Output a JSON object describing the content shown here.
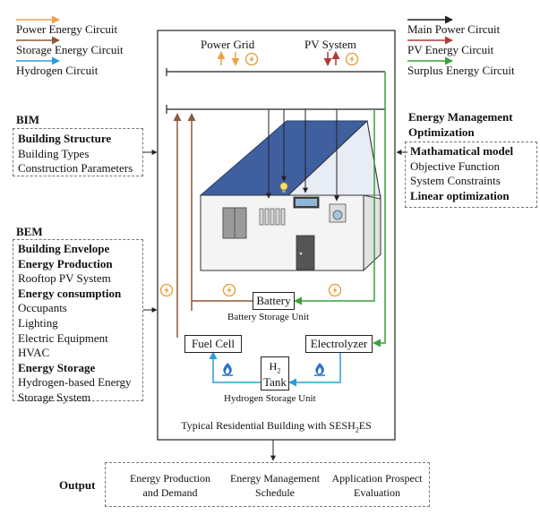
{
  "legend_left": [
    {
      "label": "Power Energy Circuit",
      "color": "#f0a04b"
    },
    {
      "label": "Storage Energy Circuit",
      "color": "#8b5a3c"
    },
    {
      "label": "Hydrogen  Circuit",
      "color": "#2a9fd6"
    }
  ],
  "legend_right": [
    {
      "label": "Main Power Circuit",
      "color": "#222222"
    },
    {
      "label": "PV Energy Circuit",
      "color": "#b33a3a"
    },
    {
      "label": "Surplus Energy Circuit",
      "color": "#3aa03a"
    }
  ],
  "bim": {
    "heading": "BIM",
    "items": [
      {
        "text": "Building Structure",
        "bold": true
      },
      {
        "text": "Building Types",
        "bold": false
      },
      {
        "text": "Construction Parameters",
        "bold": false
      }
    ]
  },
  "bem": {
    "heading": "BEM",
    "items": [
      {
        "text": "Building Envelope",
        "bold": true
      },
      {
        "text": "Energy Production",
        "bold": true
      },
      {
        "text": "Rooftop PV System",
        "bold": false
      },
      {
        "text": "Energy consumption",
        "bold": true
      },
      {
        "text": "Occupants",
        "bold": false
      },
      {
        "text": "Lighting",
        "bold": false
      },
      {
        "text": "Electric Equipment",
        "bold": false
      },
      {
        "text": "HVAC",
        "bold": false
      },
      {
        "text": "Energy Storage",
        "bold": true
      },
      {
        "text": "Hydrogen-based Energy",
        "bold": false
      },
      {
        "text": "Storage System",
        "bold": false
      }
    ]
  },
  "emo": {
    "heading_line1": "Energy Management",
    "heading_line2": "Optimization",
    "items": [
      {
        "text": "Mathamatical model",
        "bold": true
      },
      {
        "text": "Objective Function",
        "bold": false
      },
      {
        "text": "System Constraints",
        "bold": false
      },
      {
        "text": "Linear optimization",
        "bold": true
      }
    ]
  },
  "center": {
    "power_grid": "Power Grid",
    "pv_system": "PV System",
    "battery": "Battery",
    "battery_unit": "Battery Storage Unit",
    "fuel_cell": "Fuel Cell",
    "electrolyzer": "Electrolyzer",
    "tank_h": "H",
    "tank_sub": "2",
    "tank_label": "Tank",
    "hydrogen_unit": "Hydrogen Storage Unit",
    "caption_main": "Typical Residential Building with SESH",
    "caption_sub": "2",
    "caption_end": "ES"
  },
  "output": {
    "heading": "Output",
    "items": [
      {
        "line1": "Energy Production",
        "line2": "and Demand"
      },
      {
        "line1": "Energy Management",
        "line2": "Schedule"
      },
      {
        "line1": "Application Prospect",
        "line2": "Evaluation"
      }
    ]
  },
  "colors": {
    "power": "#f0a04b",
    "storage": "#8b5a3c",
    "hydrogen": "#2a9fd6",
    "main": "#222222",
    "pv": "#b33a3a",
    "surplus": "#3aa03a",
    "roof": "#3f5f9f"
  }
}
